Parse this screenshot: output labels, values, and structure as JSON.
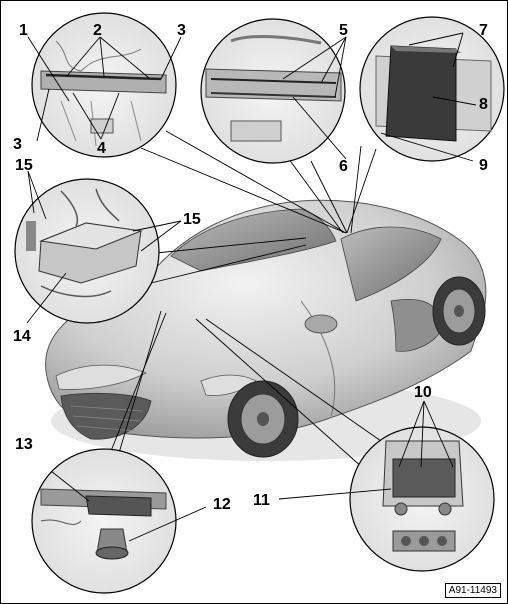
{
  "figure_ref": "A91-11493",
  "callouts": {
    "c1": "1",
    "c2": "2",
    "c3a": "3",
    "c3b": "3",
    "c4": "4",
    "c5": "5",
    "c6": "6",
    "c7": "7",
    "c8": "8",
    "c9": "9",
    "c10": "10",
    "c11": "11",
    "c12": "12",
    "c13": "13",
    "c14": "14",
    "c15a": "15",
    "c15b": "15"
  }
}
